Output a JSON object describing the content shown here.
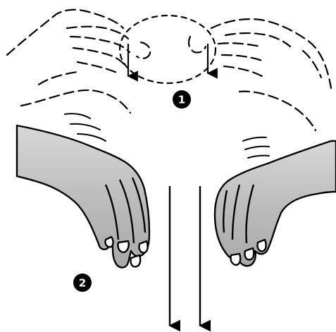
{
  "steps": [
    {
      "label": "1"
    },
    {
      "label": "2"
    }
  ],
  "colors": {
    "outline": "#000000",
    "hand_fill": "#b9b9b9",
    "hand_fill_light": "#dcdcdc",
    "background": "#ffffff"
  },
  "figure": {
    "upper_hands_style": "dashed",
    "lower_hands_style": "solid",
    "circle_motion": "dashed-circle",
    "downward_arrows": 2
  }
}
